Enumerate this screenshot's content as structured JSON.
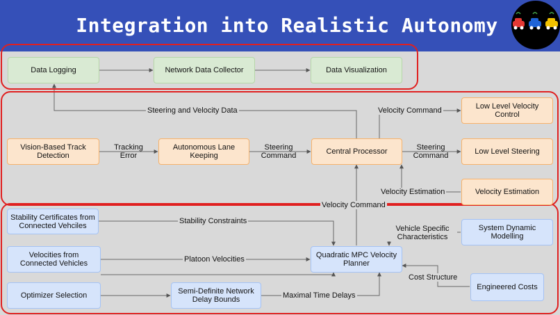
{
  "title": "Integration into Realistic Autonomy",
  "colors": {
    "header": "#3550b8",
    "region_border": "#e02020",
    "background": "#d9d9d9"
  },
  "logo": {
    "icon": "robot-cars-logo-icon"
  },
  "nodes": {
    "data_logging": "Data Logging",
    "network_collector": "Network Data Collector",
    "data_visualization": "Data Visualization",
    "vision_track": "Vision-Based Track Detection",
    "lane_keeping": "Autonomous Lane Keeping",
    "central_processor": "Central Processor",
    "low_velocity": "Low Level Velocity Control",
    "low_steering": "Low Level Steering",
    "velocity_estimation": "Velocity Estimation",
    "stability_certs": "Stability Certificates from Connected Vehciles",
    "velocities_connected": "Velocities from Connected Vehicles",
    "optimizer_selection": "Optimizer Selection",
    "sdp_delay": "Semi-Definite Network Delay Bounds",
    "mpc_planner": "Quadratic MPC Velocity Planner",
    "system_dynamic": "System Dynamic Modelling",
    "engineered_costs": "Engineered Costs"
  },
  "edges": {
    "steering_velocity_data": "Steering and Velocity Data",
    "tracking_error": "Tracking Error",
    "steering_command_1": "Steering Command",
    "steering_command_2": "Steering Command",
    "velocity_command_top": "Velocity Command",
    "velocity_estimation": "Velocity Estimation",
    "velocity_command_mid": "Velocity Command",
    "stability_constraints": "Stability Constraints",
    "platoon_velocities": "Platoon Velocities",
    "maximal_time_delays": "Maximal Time Delays",
    "vehicle_specific": "Vehicle Specific Characteristics",
    "cost_structure": "Cost Structure"
  }
}
